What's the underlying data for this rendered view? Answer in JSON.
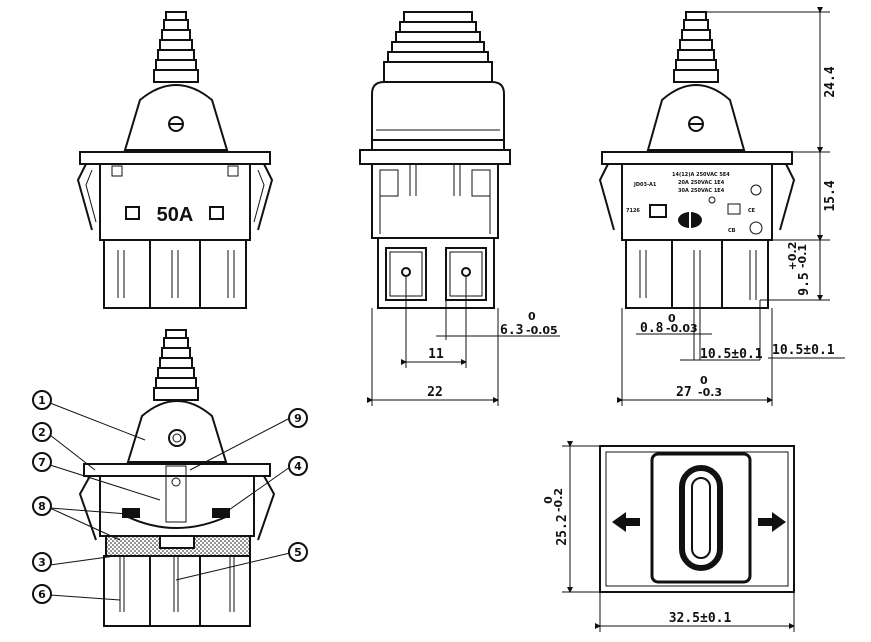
{
  "front_view": {
    "rating_label": "50A"
  },
  "side_view": {
    "dim_pitch": "11",
    "dim_width": "22",
    "dim_terminal_width": "6.3",
    "dim_terminal_tol_upper": "0",
    "dim_terminal_tol_lower": "-0.05"
  },
  "right_view": {
    "model_label": "JD03-A1",
    "date_code": "7126",
    "ratings": [
      "14(12)A 250VAC 5E4",
      "20A 250VAC 1E4",
      "30A 250VAC 1E4"
    ],
    "marks": [
      "CE",
      "CB"
    ],
    "dim_height_top": "24.4",
    "dim_height_mid": "15.4",
    "dim_height_pin": "9.5",
    "dim_height_pin_upper": "+0.2",
    "dim_height_pin_lower": "-0.1",
    "dim_pin_thickness": "0.8",
    "dim_pin_thick_upper": "0",
    "dim_pin_thick_lower": "-0.03",
    "dim_pin_spacing": "10.5±0.1",
    "dim_pin_spacing_outer": "10.5±0.1",
    "dim_body_width": "27",
    "dim_body_upper": "0",
    "dim_body_lower": "-0.3"
  },
  "top_view": {
    "dim_length": "32.5±0.1",
    "dim_width": "25.2",
    "dim_width_upper": "0",
    "dim_width_lower": "-0.2"
  },
  "section_view": {
    "callouts": [
      "1",
      "2",
      "7",
      "8",
      "3",
      "6",
      "9",
      "4",
      "5"
    ]
  }
}
